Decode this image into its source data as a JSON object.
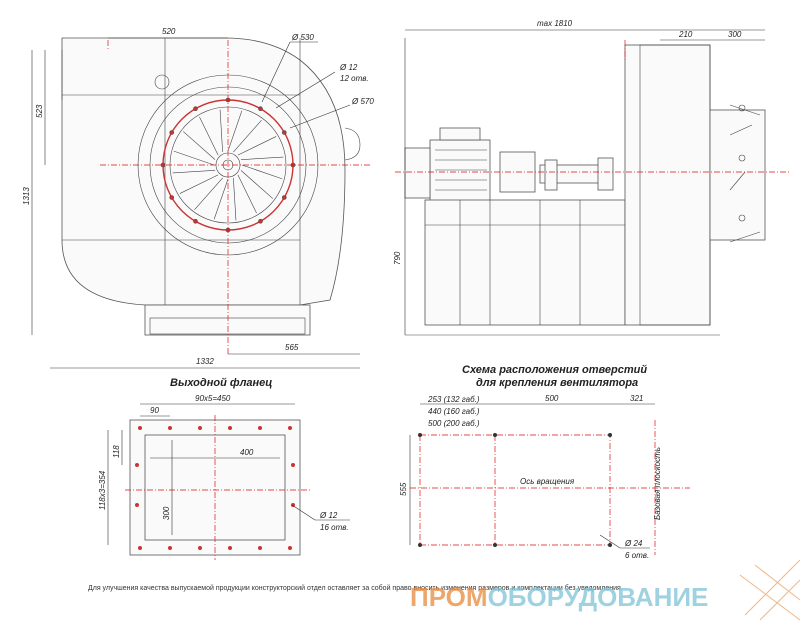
{
  "front_view": {
    "dim_width_top": "520",
    "dim_height_left": "523",
    "dim_total_height": "1313",
    "dim_total_width": "1332",
    "dim_axis_offset": "565",
    "dim_diameter_530": "Ø 530",
    "dim_holes_diameter": "Ø 12",
    "dim_holes_count": "12 отв.",
    "dim_diameter_570": "Ø 570"
  },
  "side_view": {
    "dim_max_length": "max 1810",
    "dim_210": "210",
    "dim_300": "300",
    "dim_height_790": "790"
  },
  "flange": {
    "title": "Выходной фланец",
    "dim_top": "90x5=450",
    "dim_90": "90",
    "dim_400": "400",
    "dim_118": "118",
    "dim_side": "118x3=354",
    "dim_300": "300",
    "dim_holes_diameter": "Ø 12",
    "dim_holes_count": "16 отв."
  },
  "mount_scheme": {
    "title_line1": "Схема расположения отверстий",
    "title_line2": "для крепления вентилятора",
    "dim_253": "253 (132 габ.)",
    "dim_440": "440 (160 габ.)",
    "dim_500_200": "500 (200 габ.)",
    "dim_500": "500",
    "dim_321": "321",
    "dim_555": "555",
    "axis_label": "Ось вращения",
    "base_plane_label": "Базовая плоскость",
    "dim_holes_diameter": "Ø 24",
    "dim_holes_count": "6 отв."
  },
  "footer": {
    "disclaimer": "Для улучшения качества выпускаемой продукции конструкторский отдел оставляет за собой право вносить изменения размеров и комплектации без уведомления",
    "watermark_part1": "ПРОМ",
    "watermark_part2": "ОБОРУДОВАНИЕ",
    "watermark_color1": "#e8893a",
    "watermark_color2": "#7fc4d6"
  }
}
